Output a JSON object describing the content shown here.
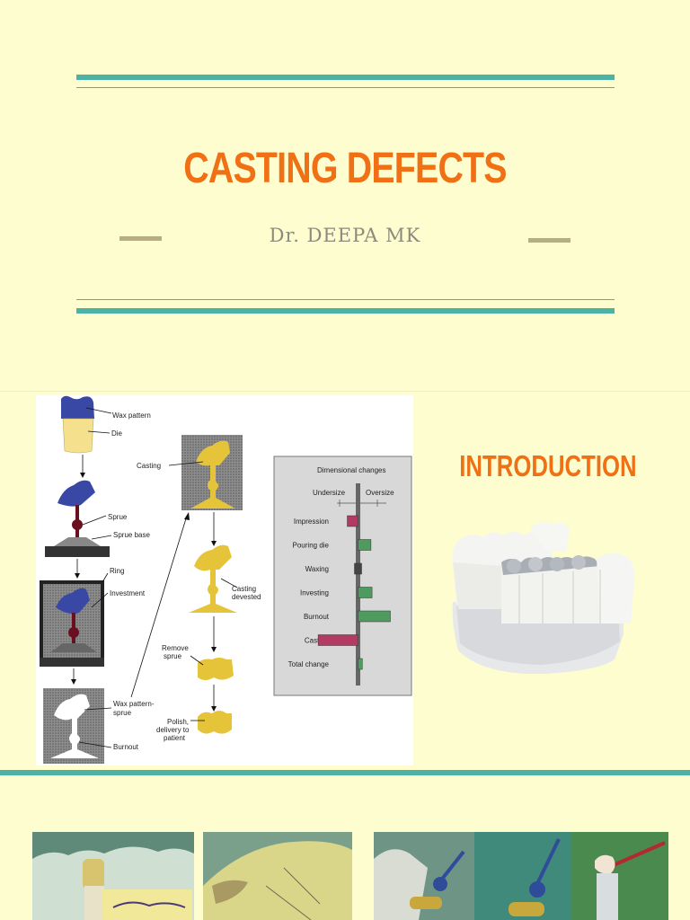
{
  "title": "CASTING DEFECTS",
  "author": "Dr. DEEPA MK",
  "section_heading": "INTRODUCTION",
  "diagram": {
    "flow_labels": {
      "wax_pattern": "Wax pattern",
      "die": "Die",
      "sprue": "Sprue",
      "sprue_base": "Sprue base",
      "ring": "Ring",
      "investment": "Investment",
      "wax_pattern_sprue_1": "Wax pattern-",
      "wax_pattern_sprue_2": "sprue",
      "burnout": "Burnout",
      "casting": "Casting",
      "casting_devested_1": "Casting",
      "casting_devested_2": "devested",
      "remove_sprue_1": "Remove",
      "remove_sprue_2": "sprue",
      "polish_1": "Polish,",
      "polish_2": "delivery to",
      "polish_3": "patient"
    },
    "dimensional_chart": {
      "title": "Dimensional changes",
      "undersize": "Undersize",
      "oversize": "Oversize",
      "rows": [
        {
          "label": "Impression",
          "value": -1.0,
          "color": "#b23a63"
        },
        {
          "label": "Pouring die",
          "value": 1.2,
          "color": "#4f9a5f"
        },
        {
          "label": "Waxing",
          "value": 0.0,
          "color": "#444444"
        },
        {
          "label": "Investing",
          "value": 1.3,
          "color": "#4f9a5f"
        },
        {
          "label": "Burnout",
          "value": 3.0,
          "color": "#4f9a5f"
        },
        {
          "label": "Casting",
          "value": -3.7,
          "color": "#b23a63"
        },
        {
          "label": "Total change",
          "value": 0.4,
          "color": "#4f9a5f"
        }
      ]
    }
  },
  "colors": {
    "background": "#fefdd0",
    "accent": "#ef7015",
    "rule": "#4cb3a4"
  }
}
